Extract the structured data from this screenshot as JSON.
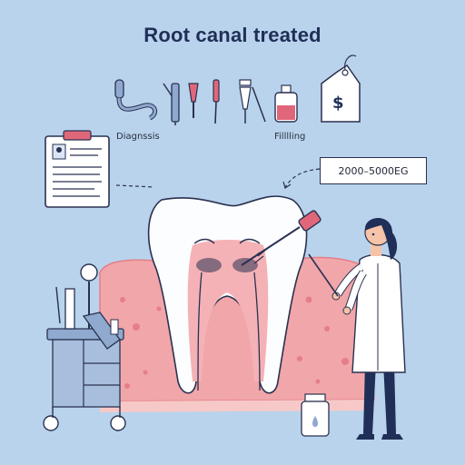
{
  "title": "Root canal treated",
  "labels": {
    "diagnosis": "Diagnssis",
    "filling": "Filllling"
  },
  "price": {
    "range": "2000–5000EG",
    "tag_symbol": "$"
  },
  "icons": [
    "mouth-mirror-icon",
    "suction-tube-icon",
    "explorer-probe-icon",
    "forceps-icon",
    "needle-icon",
    "file-icon",
    "syringe-icon",
    "filling-bottle-icon",
    "price-tag-icon"
  ],
  "colors": {
    "background": "#b9d3ec",
    "title": "#1f2f57",
    "gum": "#f1a6aa",
    "gum_dark": "#e57e86",
    "tooth": "#fbfdff",
    "pulp": "#f4b2b6",
    "coat": "#ffffff",
    "accent": "#e0677a",
    "equipment": "#8fa9cf"
  }
}
